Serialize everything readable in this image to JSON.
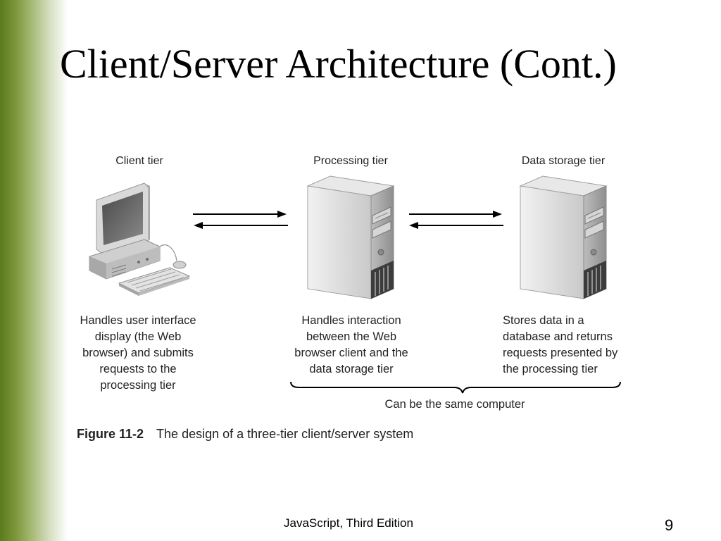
{
  "slide": {
    "title": "Client/Server Architecture (Cont.)",
    "footer": "JavaScript, Third Edition",
    "page_number": "9"
  },
  "figure": {
    "tiers": [
      {
        "title": "Client tier",
        "icon": "desktop-computer-icon",
        "description": [
          "Handles user interface",
          "display (the Web",
          "browser) and submits",
          "requests to the",
          "processing tier"
        ]
      },
      {
        "title": "Processing tier",
        "icon": "server-tower-icon",
        "description": [
          "Handles interaction",
          "between the Web",
          "browser client and the",
          "data storage tier"
        ]
      },
      {
        "title": "Data storage tier",
        "icon": "server-tower-icon",
        "description": [
          "Stores data in a",
          "database and returns",
          "requests presented by",
          "the processing tier"
        ]
      }
    ],
    "brace_label": "Can be the same computer",
    "caption_number": "Figure 11-2",
    "caption_text": "The design of a three-tier client/server system"
  },
  "colors": {
    "sidebar_dark": "#5b7a1e",
    "text": "#231f20"
  }
}
